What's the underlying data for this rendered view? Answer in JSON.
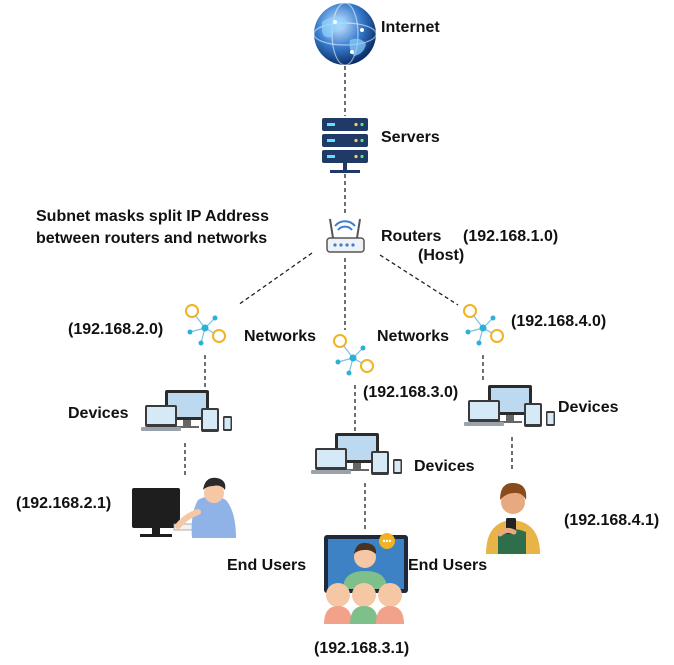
{
  "note": {
    "line1": "Subnet masks split IP Address",
    "line2": "between routers and networks"
  },
  "internet": {
    "label": "Internet"
  },
  "servers": {
    "label": "Servers"
  },
  "routers": {
    "label": "Routers",
    "ip": "(192.168.1.0)",
    "sub": "(Host)"
  },
  "networks": [
    {
      "ip": "(192.168.2.0)"
    },
    {
      "ip": "(192.168.3.0)"
    },
    {
      "ip": "(192.168.4.0)"
    }
  ],
  "network_label": "Networks",
  "devices_label": "Devices",
  "end_users_label": "End Users",
  "user_ips": [
    "(192.168.2.1)",
    "(192.168.3.1)",
    "(192.168.4.1)"
  ],
  "colors": {
    "node_ring": "#f0b323",
    "node_dot": "#2bb0d8",
    "line": "#222222",
    "server": "#1f3a66"
  }
}
